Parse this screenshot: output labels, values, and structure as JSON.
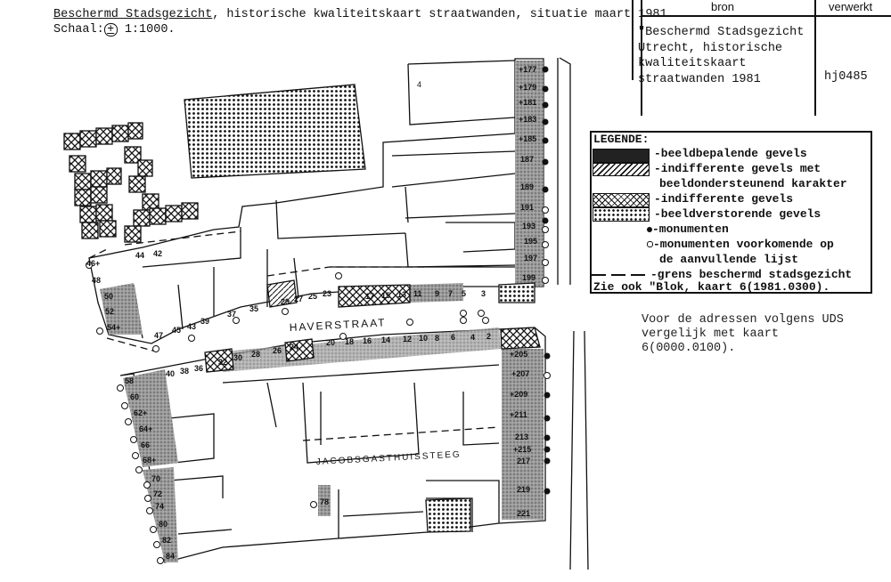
{
  "header": {
    "title_underlined": "Beschermd Stadsgezicht",
    "title_rest": ", historische kwaliteitskaart straatwanden, situatie maart 1981.",
    "scale_label": "Schaal:",
    "scale_symbol": "+",
    "scale_value": "1:1000."
  },
  "source_table": {
    "col_bron": "bron",
    "col_verwerkt": "verwerkt",
    "bron_value": "\"Beschermd Stadsgezicht\nUtrecht, historische\nkwaliteitskaart\nstraatwanden 1981",
    "verwerkt_value": "hj0485"
  },
  "legend": {
    "title": "LEGENDE:",
    "items": [
      "-beeldbepalende gevels",
      "-indifferente gevels met",
      "beeldondersteunend karakter",
      "-indifferente gevels",
      "-beeldverstorende gevels",
      "-monumenten",
      "-monumenten voorkomende op",
      "de aanvullende lijst",
      "-grens beschermd stadsgezicht"
    ],
    "see_also": "Zie ook \"Blok, kaart 6(1981.0300)."
  },
  "note": "Voor de adressen volgens UDS\nvergelijk met kaart\n6(0000.0100).",
  "map": {
    "streets": [
      "HAVERSTRAAT",
      "JACOBSGASTHUISSTEEG"
    ],
    "building_label": "4",
    "house_numbers": {
      "east_north": [
        "+177",
        "+179",
        "+181",
        "+183",
        "+185",
        "187",
        "189",
        "191",
        "193",
        "195",
        "197",
        "199"
      ],
      "east_south": [
        "+205",
        "+207",
        "+209",
        "+211",
        "213",
        "+215",
        "217",
        "219",
        "221"
      ],
      "west_north": [
        "46+",
        "48",
        "50",
        "52",
        "54+"
      ],
      "west_south": [
        "58",
        "60",
        "62+",
        "64+",
        "66",
        "68+",
        "70",
        "72",
        "74",
        "80",
        "82",
        "84",
        "78"
      ],
      "haverstraat_north": [
        "44",
        "42",
        "47",
        "45",
        "43",
        "39",
        "37",
        "35",
        "29",
        "27",
        "25",
        "23",
        "17",
        "15",
        "13",
        "11",
        "9",
        "7",
        "5",
        "3"
      ],
      "haverstraat_south": [
        "40",
        "38",
        "36",
        "32",
        "30",
        "28",
        "26",
        "24",
        "20",
        "18",
        "16",
        "14",
        "12",
        "10",
        "8",
        "6",
        "4",
        "2"
      ]
    }
  },
  "colors": {
    "ink": "#111111",
    "shade": "#8a8a8a",
    "paper": "#ffffff"
  }
}
